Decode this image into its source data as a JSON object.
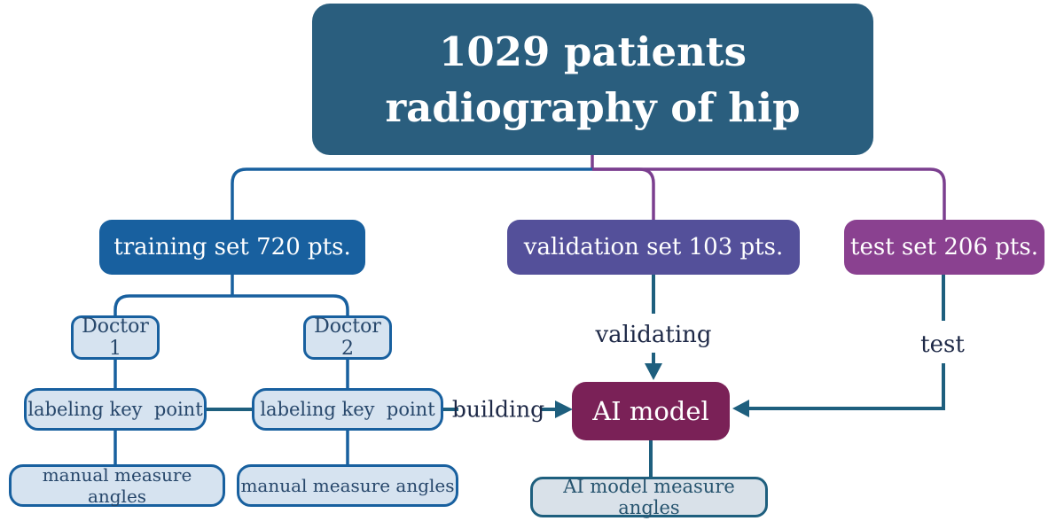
{
  "colors": {
    "root-fill": "#2a5e7e",
    "blue": "#18609f",
    "indigo": "#54509a",
    "magenta": "#8a4190",
    "maroon": "#7a2157",
    "light-fill": "#d6e3f0",
    "light-gray-fill": "#d9e1e9",
    "teal-line": "#1e5f7e",
    "purple-line": "#7b3f8f",
    "dark-text": "#1e2947",
    "node-text-blue": "#27476b",
    "node-text-teal": "#26536e"
  },
  "nodes": {
    "root": {
      "line1": "1029 patients",
      "line2": "radiography of hip"
    },
    "training": {
      "label": "training set 720 pts."
    },
    "validation": {
      "label": "validation set 103 pts."
    },
    "test_set": {
      "label": "test set 206 pts."
    },
    "doctor1": {
      "label": "Doctor 1"
    },
    "doctor2": {
      "label": "Doctor 2"
    },
    "labeling1": {
      "label": "labeling key  point"
    },
    "labeling2": {
      "label": "labeling key  point"
    },
    "manual1": {
      "label": "manual measure angles"
    },
    "manual2": {
      "label": "manual measure angles"
    },
    "ai_model": {
      "label": "AI model"
    },
    "ai_measure": {
      "label": "AI model measure angles"
    }
  },
  "edge_labels": {
    "building": "building",
    "validating": "validating",
    "test": "test"
  }
}
